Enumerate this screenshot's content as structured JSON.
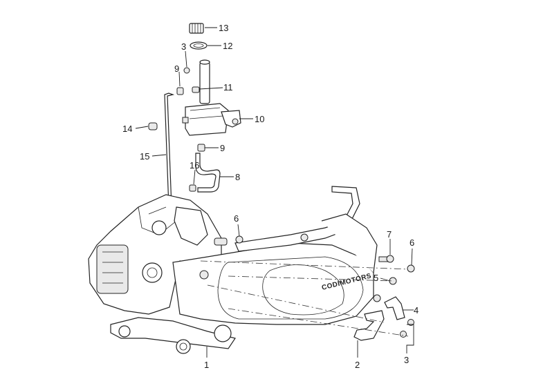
{
  "diagram": {
    "brand_mark": "CODIMOTORS",
    "callouts": [
      {
        "id": "c13",
        "label": "13"
      },
      {
        "id": "c12",
        "label": "12"
      },
      {
        "id": "c3-top",
        "label": "3"
      },
      {
        "id": "c9-top",
        "label": "9"
      },
      {
        "id": "c11",
        "label": "11"
      },
      {
        "id": "c10",
        "label": "10"
      },
      {
        "id": "c14",
        "label": "14"
      },
      {
        "id": "c9-mid",
        "label": "9"
      },
      {
        "id": "c15",
        "label": "15"
      },
      {
        "id": "c16",
        "label": "16"
      },
      {
        "id": "c8",
        "label": "8"
      },
      {
        "id": "c6-mid",
        "label": "6"
      },
      {
        "id": "c7",
        "label": "7"
      },
      {
        "id": "c6-right",
        "label": "6"
      },
      {
        "id": "c5",
        "label": "5"
      },
      {
        "id": "c4",
        "label": "4"
      },
      {
        "id": "c1",
        "label": "1"
      },
      {
        "id": "c2",
        "label": "2"
      },
      {
        "id": "c3-bottom",
        "label": "3"
      }
    ]
  }
}
